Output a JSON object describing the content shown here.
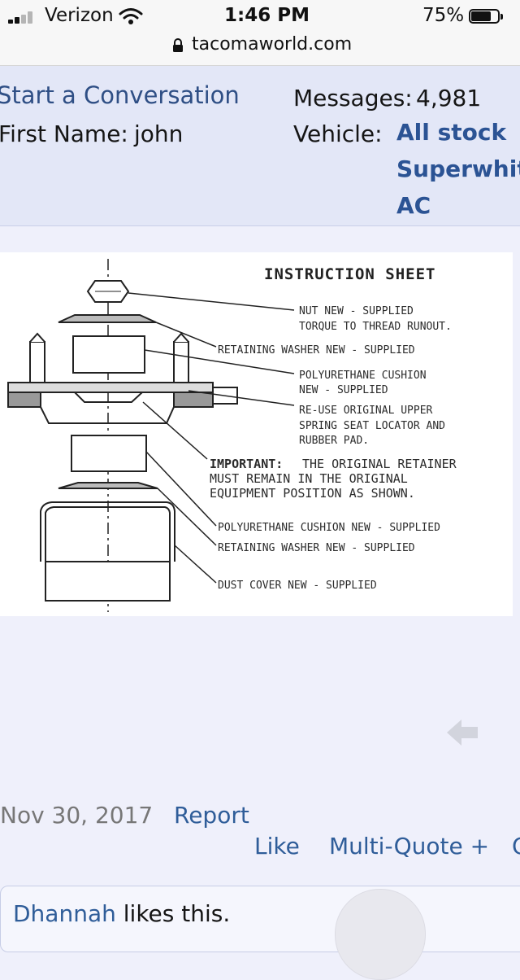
{
  "status_bar": {
    "carrier": "Verizon",
    "time": "1:46 PM",
    "battery": "75%",
    "battery_level": 0.75
  },
  "browser": {
    "url": "tacomaworld.com"
  },
  "member_info": {
    "start_conversation": "Start a Conversation",
    "first_name_label": "First Name:",
    "first_name_value": "john",
    "messages_label": "Messages:",
    "messages_value": "4,981",
    "vehicle_label": "Vehicle:",
    "vehicle_lines": [
      "All stock",
      "Superwhite",
      "AC"
    ]
  },
  "instruction_sheet": {
    "title": "INSTRUCTION SHEET",
    "labels": [
      "NUT NEW - SUPPLIED",
      "TORQUE TO THREAD RUNOUT.",
      "RETAINING WASHER NEW - SUPPLIED",
      "POLYURETHANE CUSHION",
      "NEW - SUPPLIED",
      "RE-USE ORIGINAL UPPER",
      "SPRING SEAT LOCATOR AND",
      "RUBBER PAD.",
      "IMPORTANT:",
      "THE ORIGINAL RETAINER",
      "MUST REMAIN IN THE ORIGINAL",
      "EQUIPMENT POSITION AS SHOWN.",
      "POLYURETHANE CUSHION NEW - SUPPLIED",
      "RETAINING WASHER NEW - SUPPLIED",
      "DUST COVER NEW - SUPPLIED"
    ]
  },
  "post_footer": {
    "date": "Nov 30, 2017",
    "report": "Report",
    "like": "Like",
    "multi_quote": "Multi-Quote +",
    "reply_partial": "Q",
    "liker": "Dhannah",
    "likes_suffix": " likes this."
  },
  "colors": {
    "link": "#2f5d99",
    "panel": "#e3e7f7",
    "page": "#eff0fb"
  },
  "icons": [
    "signal-icon",
    "wifi-icon",
    "battery-icon",
    "lock-icon",
    "share-icon"
  ]
}
